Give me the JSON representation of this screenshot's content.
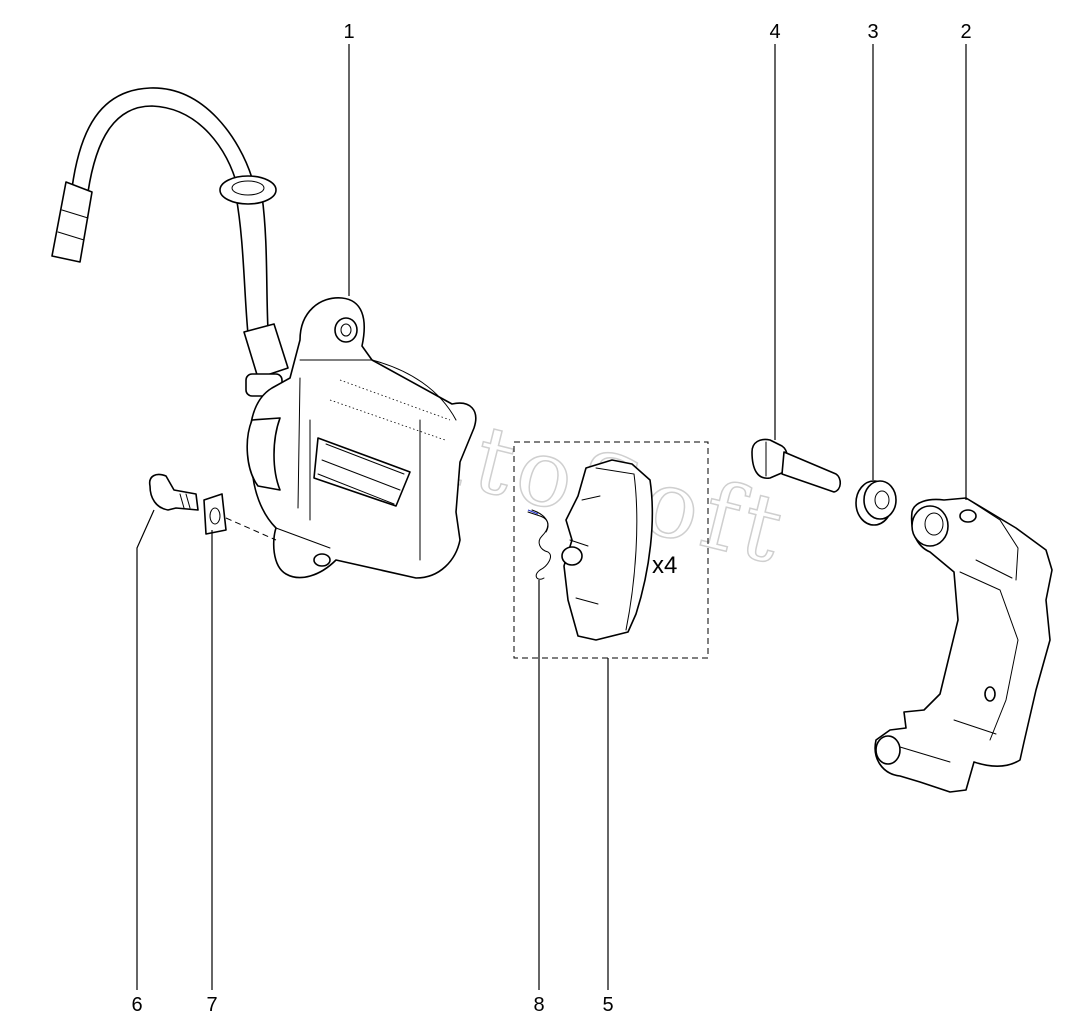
{
  "watermark": "AutoSoft",
  "callouts": {
    "p1": "1",
    "p2": "2",
    "p3": "3",
    "p4": "4",
    "p5": "5",
    "p6": "6",
    "p7": "7",
    "p8": "8"
  },
  "quantity_label": "x4"
}
